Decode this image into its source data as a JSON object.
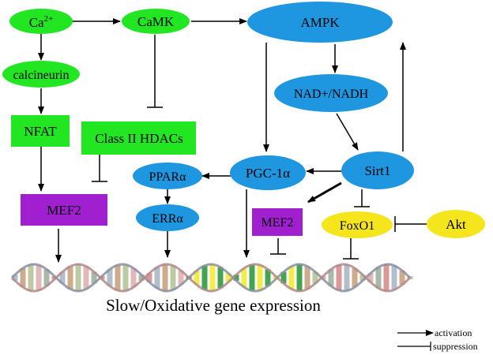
{
  "nodes": {
    "ca": {
      "label": "Ca",
      "sup": "2+",
      "color": "#22e622",
      "shape": "ellipse"
    },
    "camk": {
      "label": "CaMK",
      "color": "#22e622",
      "shape": "ellipse"
    },
    "ampk": {
      "label": "AMPK",
      "color": "#1e96e0",
      "shape": "ellipse"
    },
    "calcineurin": {
      "label": "calcineurin",
      "color": "#22e622",
      "shape": "ellipse"
    },
    "nad": {
      "label": "NAD+/NADH",
      "color": "#1e96e0",
      "shape": "ellipse"
    },
    "nfat": {
      "label": "NFAT",
      "color": "#22e622",
      "shape": "rect"
    },
    "hdac": {
      "label": "Class II HDACs",
      "color": "#22e622",
      "shape": "rect"
    },
    "ppar": {
      "label": "PPARα",
      "color": "#1e96e0",
      "shape": "ellipse"
    },
    "pgc": {
      "label": "PGC-1α",
      "color": "#1e96e0",
      "shape": "ellipse"
    },
    "sirt1": {
      "label": "Sirt1",
      "color": "#1e96e0",
      "shape": "ellipse"
    },
    "mef2_left": {
      "label": "MEF2",
      "color": "#a020d0",
      "shape": "rect"
    },
    "err": {
      "label": "ERRα",
      "color": "#1e96e0",
      "shape": "ellipse"
    },
    "mef2_right": {
      "label": "MEF2",
      "color": "#a020d0",
      "shape": "rect"
    },
    "foxo1": {
      "label": "FoxO1",
      "color": "#f5e51c",
      "shape": "ellipse"
    },
    "akt": {
      "label": "Akt",
      "color": "#f5e51c",
      "shape": "ellipse"
    }
  },
  "caption": "Slow/Oxidative gene expression",
  "legend": {
    "activation": "activation",
    "suppression": "suppression"
  }
}
